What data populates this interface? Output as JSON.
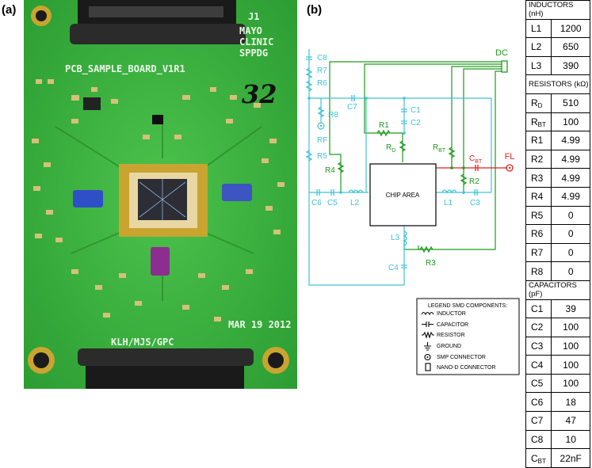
{
  "panels": {
    "a": "(a)",
    "b": "(b)"
  },
  "photo": {
    "j1": "J1",
    "mayo": [
      "MAYO",
      "CLINIC",
      "SPPDG"
    ],
    "board_name": "PCB_SAMPLE_BOARD_V1R1",
    "handwritten": "32",
    "date": "MAR 19 2012",
    "initials": "KLH/MJS/GPC"
  },
  "schematic": {
    "chip": "CHIP AREA",
    "dc": "DC",
    "fl": "FL",
    "rf": "RF",
    "labels": {
      "c8": "C8",
      "r7": "R7",
      "r6": "R6",
      "r8": "R8",
      "r5": "R5",
      "r4": "R4",
      "c7": "C7",
      "c1": "C1",
      "c2": "C2",
      "r1": "R1",
      "rd": "R",
      "rd_sub": "D",
      "rbt": "R",
      "rbt_sub": "BT",
      "cbt": "C",
      "cbt_sub": "BT",
      "r2": "R2",
      "c6": "C6",
      "c5": "C5",
      "l2": "L2",
      "l1": "L1",
      "c3": "C3",
      "l3": "L3",
      "r3": "R3",
      "c4": "C4"
    },
    "colors": {
      "cyan": "#3fc3d6",
      "green": "#1f9a1f",
      "red": "#e52020"
    }
  },
  "legend": {
    "title": "LEGEND SMD COMPONENTS:",
    "items": [
      "INDUCTOR",
      "CAPACITOR",
      "RESISTOR",
      "GROUND",
      "SMP CONNECTOR",
      "NANO-D CONNECTOR"
    ]
  },
  "bom": {
    "inductors_header": "INDUCTORS (nH)",
    "inductors": [
      {
        "name": "L1",
        "value": "1200"
      },
      {
        "name": "L2",
        "value": "650"
      },
      {
        "name": "L3",
        "value": "390"
      }
    ],
    "resistors_header": "RESISTORS (kΩ)",
    "resistors": [
      {
        "name": "R",
        "sub": "D",
        "value": "510"
      },
      {
        "name": "R",
        "sub": "BT",
        "value": "100"
      },
      {
        "name": "R1",
        "value": "4.99"
      },
      {
        "name": "R2",
        "value": "4.99"
      },
      {
        "name": "R3",
        "value": "4.99"
      },
      {
        "name": "R4",
        "value": "4.99"
      },
      {
        "name": "R5",
        "value": "0"
      },
      {
        "name": "R6",
        "value": "0"
      },
      {
        "name": "R7",
        "value": "0"
      },
      {
        "name": "R8",
        "value": "0"
      }
    ],
    "capacitors_header": "CAPACITORS (pF)",
    "capacitors": [
      {
        "name": "C1",
        "value": "39"
      },
      {
        "name": "C2",
        "value": "100"
      },
      {
        "name": "C3",
        "value": "100"
      },
      {
        "name": "C4",
        "value": "100"
      },
      {
        "name": "C5",
        "value": "100"
      },
      {
        "name": "C6",
        "value": "18"
      },
      {
        "name": "C7",
        "value": "47"
      },
      {
        "name": "C8",
        "value": "10"
      },
      {
        "name": "C",
        "sub": "BT",
        "value": "22nF"
      }
    ]
  }
}
